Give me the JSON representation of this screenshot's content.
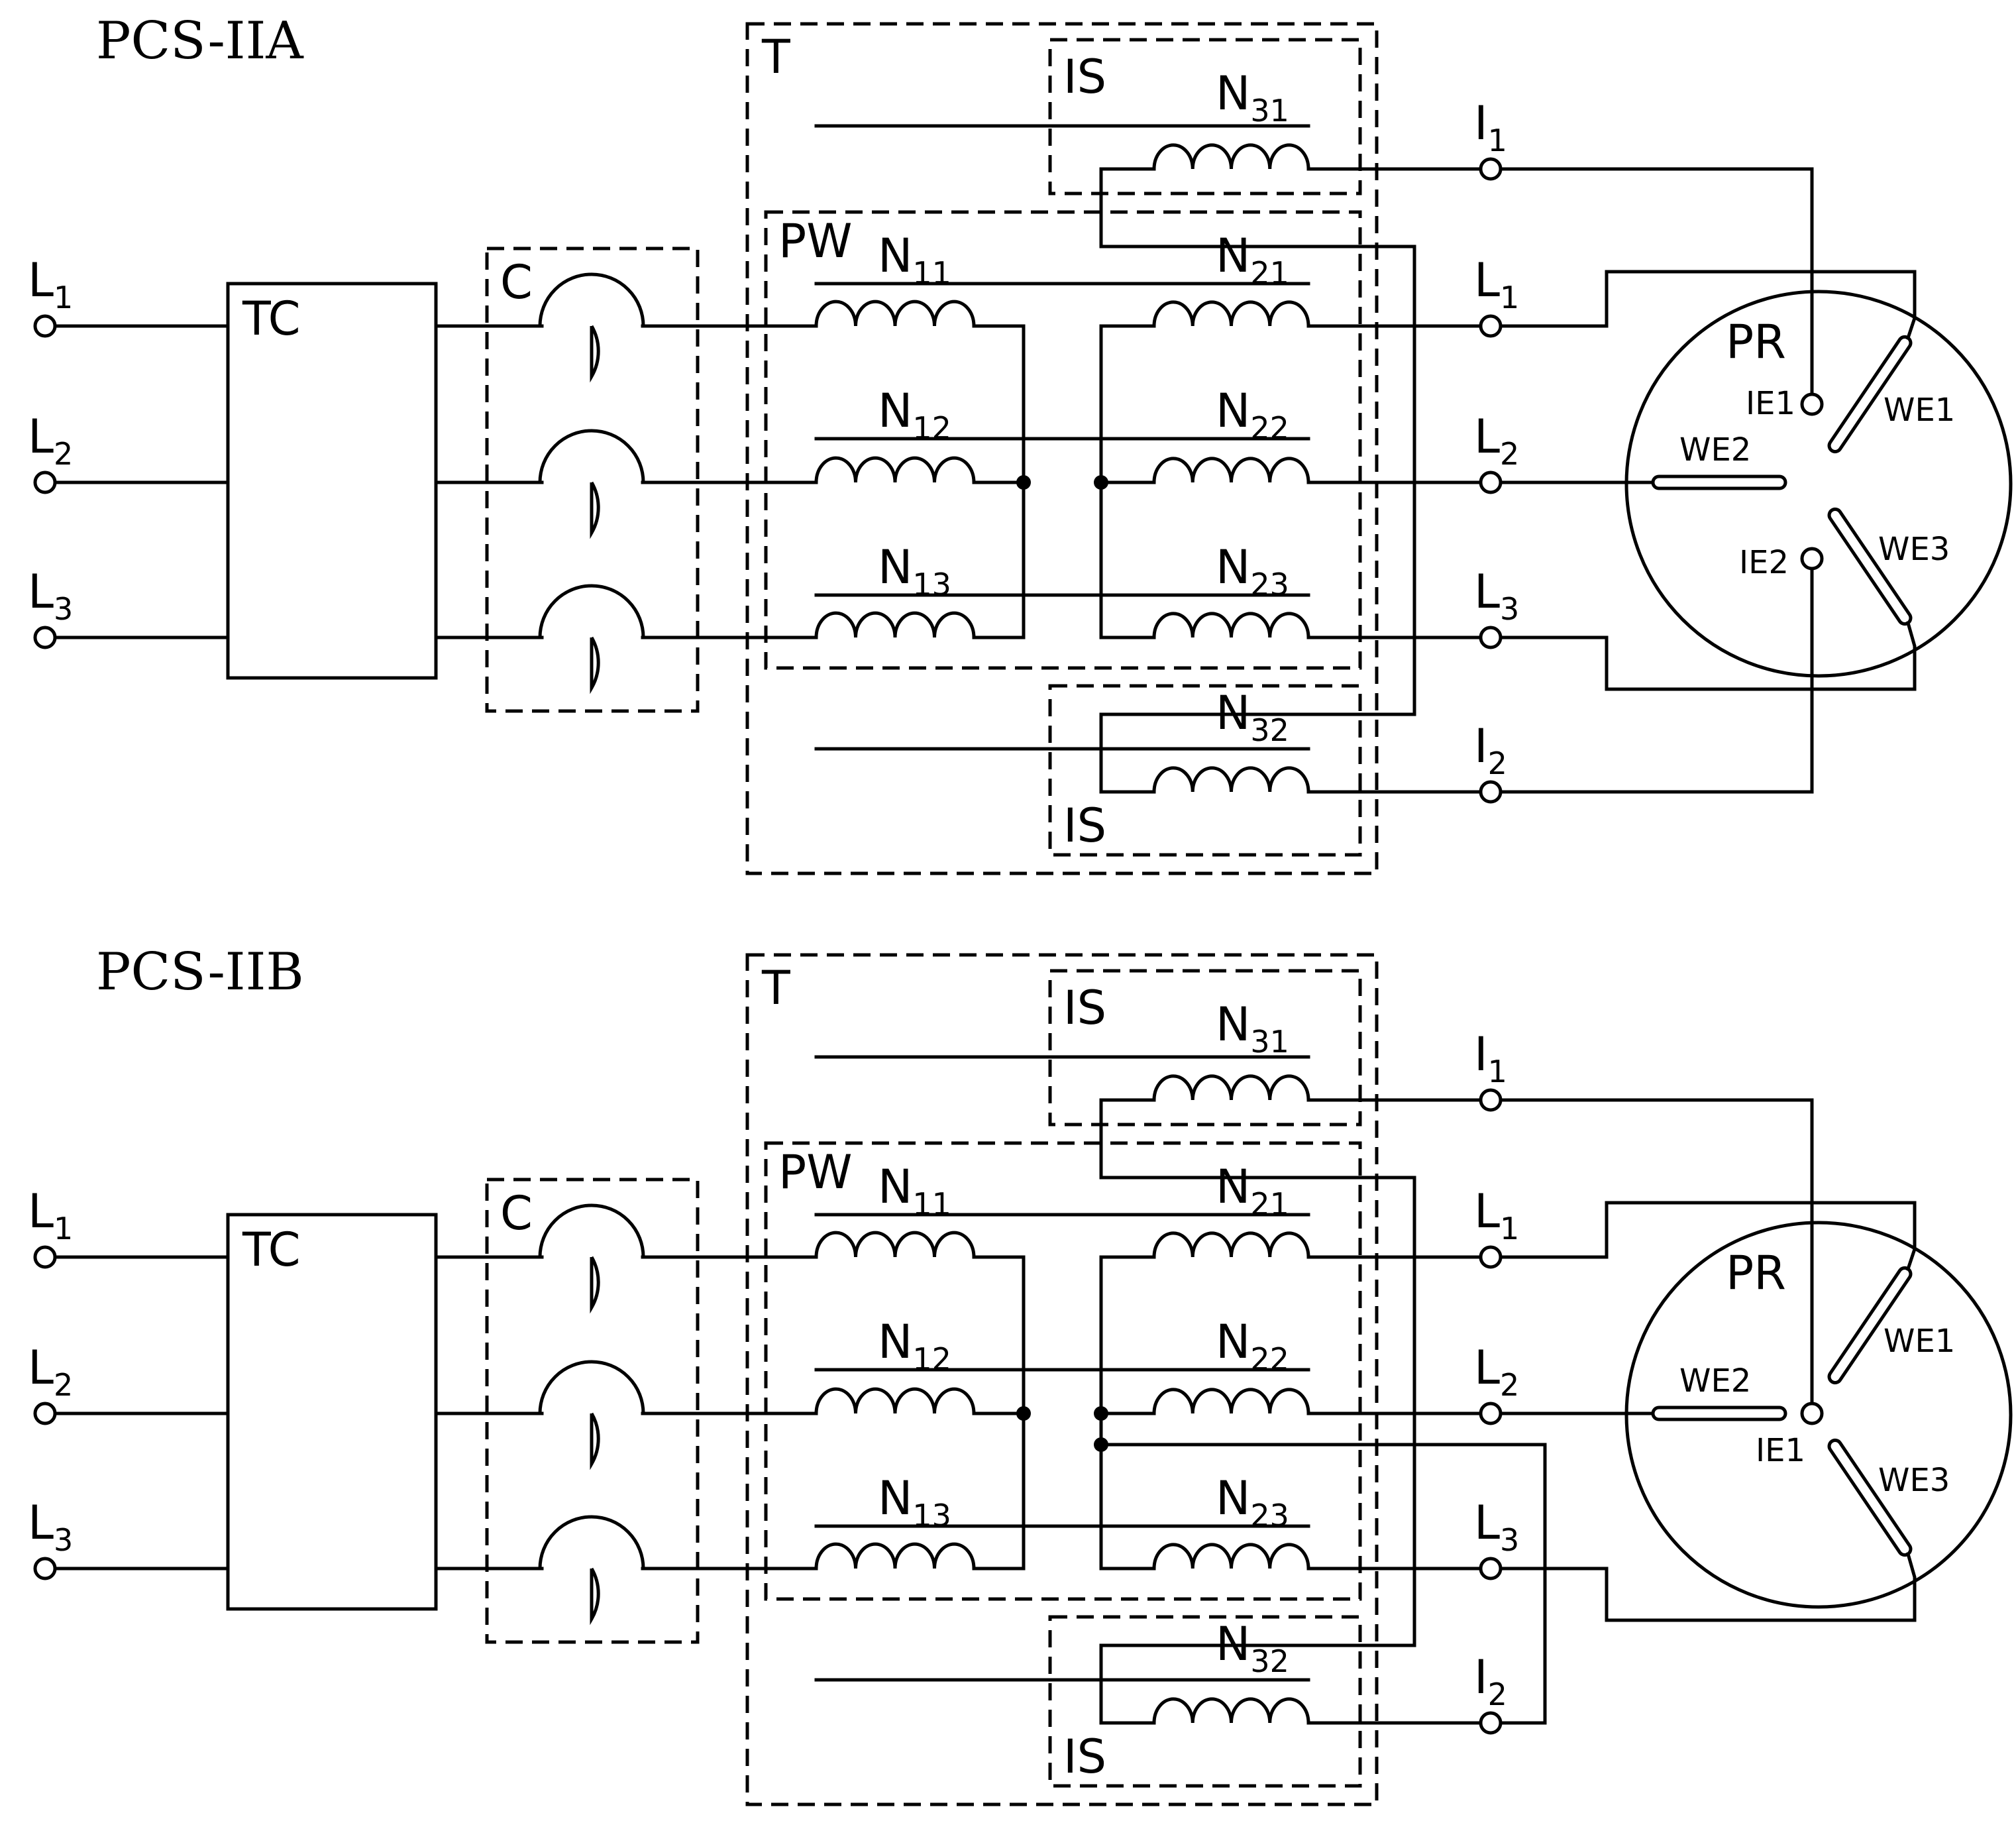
{
  "diagrams": [
    {
      "title": "PCS-IIA",
      "inputs": [
        "L",
        "L",
        "L"
      ],
      "input_subs": [
        "1",
        "2",
        "3"
      ],
      "tc_label": "TC",
      "c_label": "C",
      "t_label": "T",
      "pw_label": "PW",
      "is_label_top": "IS",
      "is_label_bottom": "IS",
      "primary_windings": [
        {
          "main": "N",
          "sub": "11"
        },
        {
          "main": "N",
          "sub": "12"
        },
        {
          "main": "N",
          "sub": "13"
        }
      ],
      "secondary_windings": [
        {
          "main": "N",
          "sub": "21"
        },
        {
          "main": "N",
          "sub": "22"
        },
        {
          "main": "N",
          "sub": "23"
        }
      ],
      "is_windings": [
        {
          "main": "N",
          "sub": "31"
        },
        {
          "main": "N",
          "sub": "32"
        }
      ],
      "outputs": [
        {
          "main": "I",
          "sub": "1"
        },
        {
          "main": "L",
          "sub": "1"
        },
        {
          "main": "L",
          "sub": "2"
        },
        {
          "main": "L",
          "sub": "3"
        },
        {
          "main": "I",
          "sub": "2"
        }
      ],
      "pr_label": "PR",
      "electrodes": [
        "WE1",
        "WE2",
        "WE3",
        "IE1",
        "IE2"
      ]
    },
    {
      "title": "PCS-IIB",
      "inputs": [
        "L",
        "L",
        "L"
      ],
      "input_subs": [
        "1",
        "2",
        "3"
      ],
      "tc_label": "TC",
      "c_label": "C",
      "t_label": "T",
      "pw_label": "PW",
      "is_label_top": "IS",
      "is_label_bottom": "IS",
      "primary_windings": [
        {
          "main": "N",
          "sub": "11"
        },
        {
          "main": "N",
          "sub": "12"
        },
        {
          "main": "N",
          "sub": "13"
        }
      ],
      "secondary_windings": [
        {
          "main": "N",
          "sub": "21"
        },
        {
          "main": "N",
          "sub": "22"
        },
        {
          "main": "N",
          "sub": "23"
        }
      ],
      "is_windings": [
        {
          "main": "N",
          "sub": "31"
        },
        {
          "main": "N",
          "sub": "32"
        }
      ],
      "outputs": [
        {
          "main": "I",
          "sub": "1"
        },
        {
          "main": "L",
          "sub": "1"
        },
        {
          "main": "L",
          "sub": "2"
        },
        {
          "main": "L",
          "sub": "3"
        },
        {
          "main": "I",
          "sub": "2"
        }
      ],
      "pr_label": "PR",
      "electrodes": [
        "WE1",
        "WE2",
        "WE3",
        "IE1"
      ]
    }
  ]
}
